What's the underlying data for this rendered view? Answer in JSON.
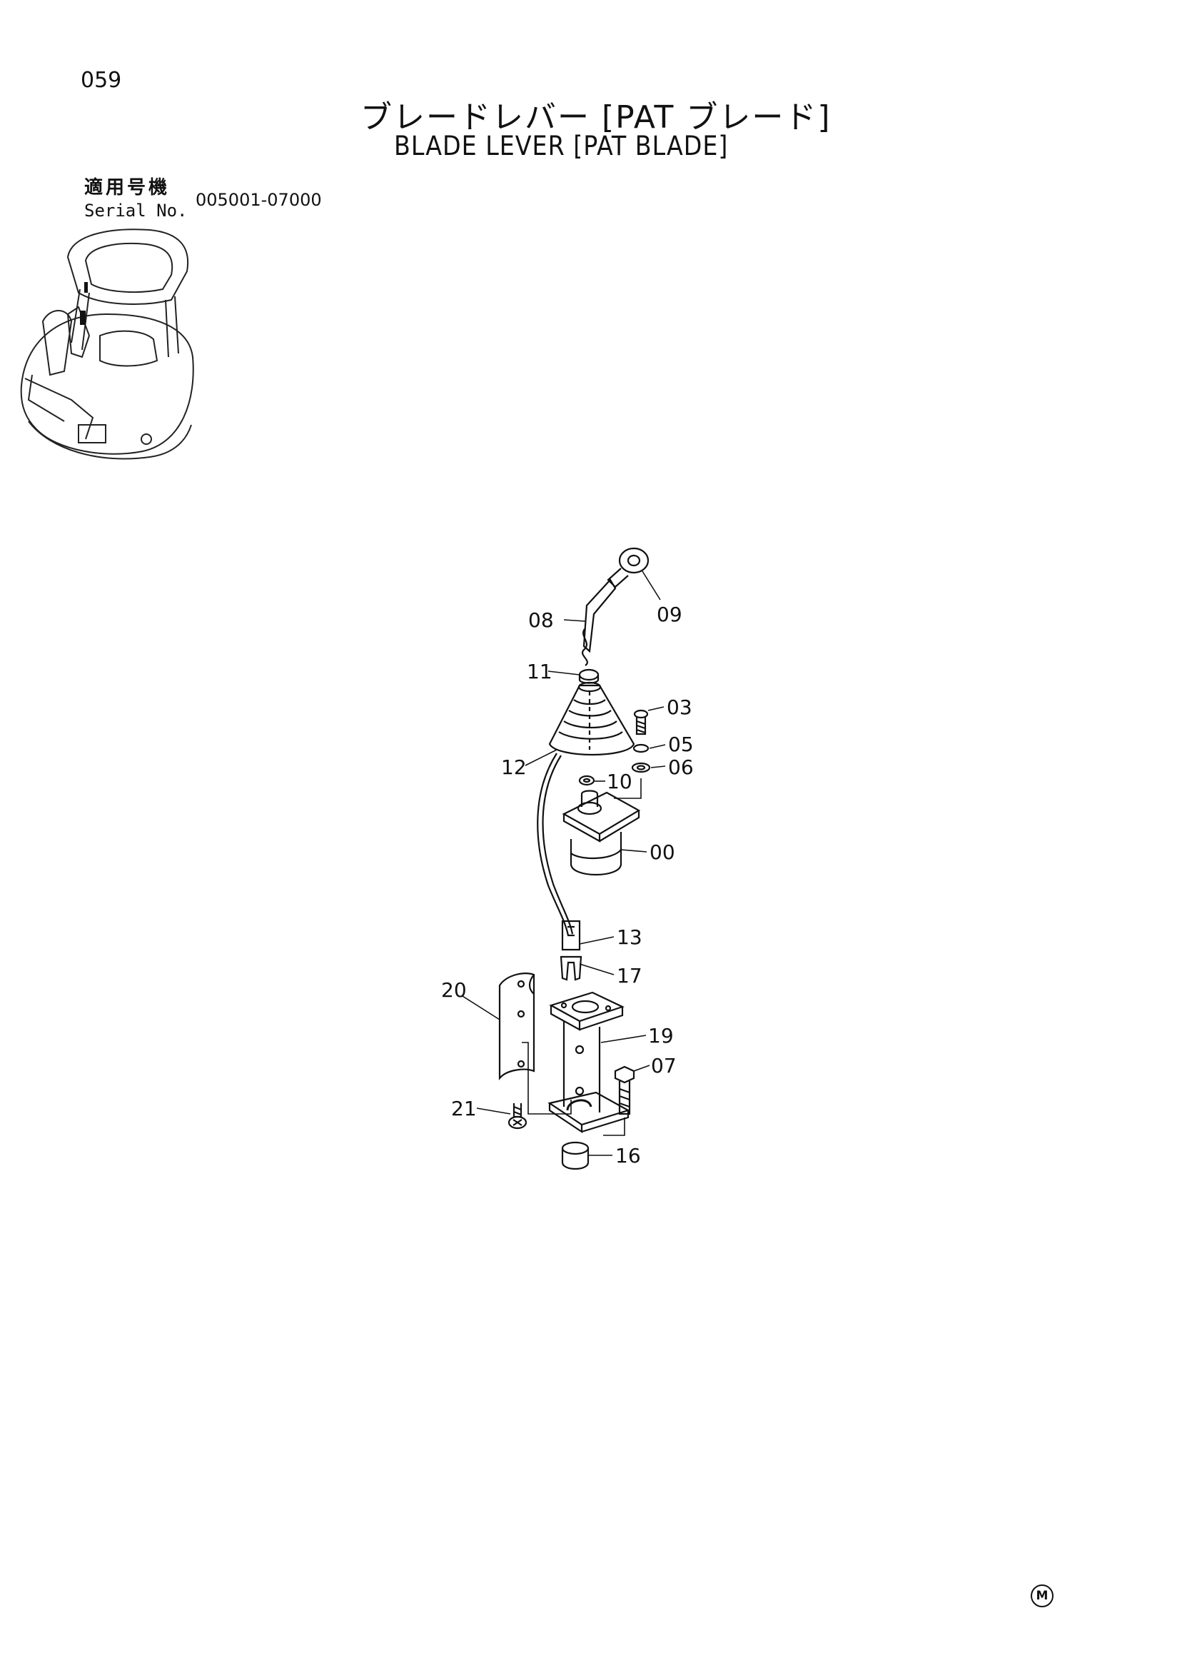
{
  "page": {
    "number": "059",
    "title_jp": "ブレードレバー [PAT ブレード]",
    "title_en": "BLADE LEVER [PAT BLADE]",
    "serial_label_jp": "適用号機",
    "serial_label_en": "Serial No.",
    "serial_range": "005001-07000",
    "mark": "M"
  },
  "callouts": [
    "09",
    "08",
    "11",
    "03",
    "05",
    "12",
    "06",
    "10",
    "00",
    "13",
    "17",
    "20",
    "19",
    "07",
    "21",
    "16"
  ]
}
